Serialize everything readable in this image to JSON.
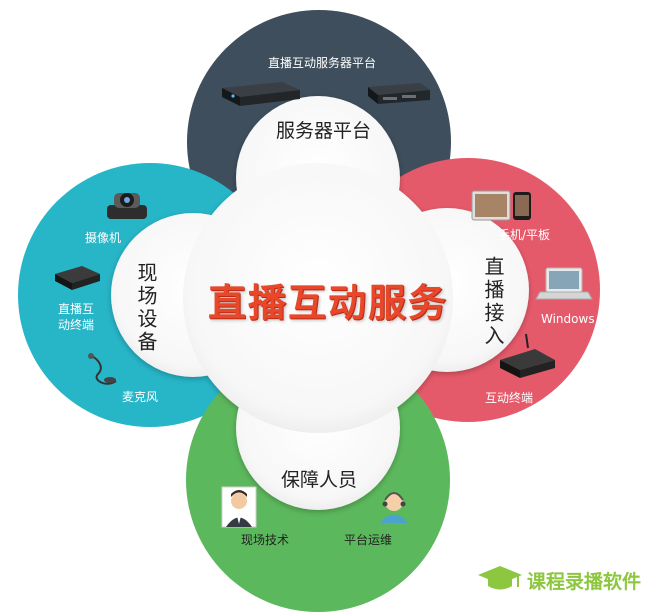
{
  "center": {
    "title": "直播互动服务"
  },
  "top": {
    "header": "直播互动服务器平台",
    "title": "服务器平台",
    "color": "#3e4e5c",
    "icons": [
      "server-device-icon",
      "server-rack-icon"
    ]
  },
  "left": {
    "title": "现场设备",
    "color": "#27b5c8",
    "items": [
      {
        "label": "摄像机",
        "icon": "camera-icon"
      },
      {
        "label_line1": "直播互",
        "label_line2": "动终端",
        "icon": "terminal-box-icon"
      },
      {
        "label": "麦克风",
        "icon": "microphone-icon"
      }
    ]
  },
  "right": {
    "title": "直播接入",
    "color": "#e55a6a",
    "items": [
      {
        "label": "手机/平板",
        "icon": "phone-tablet-icon"
      },
      {
        "label": "Windows",
        "icon": "laptop-icon"
      },
      {
        "label": "互动终端",
        "icon": "set-top-box-icon"
      }
    ]
  },
  "bottom": {
    "title": "保障人员",
    "color": "#5cb85c",
    "items": [
      {
        "label": "现场技术",
        "icon": "technician-avatar-icon"
      },
      {
        "label": "平台运维",
        "icon": "operator-headset-icon"
      }
    ]
  },
  "watermark": {
    "text": "课程录播软件",
    "color": "#8dc63f",
    "icon": "graduation-cap-icon"
  }
}
